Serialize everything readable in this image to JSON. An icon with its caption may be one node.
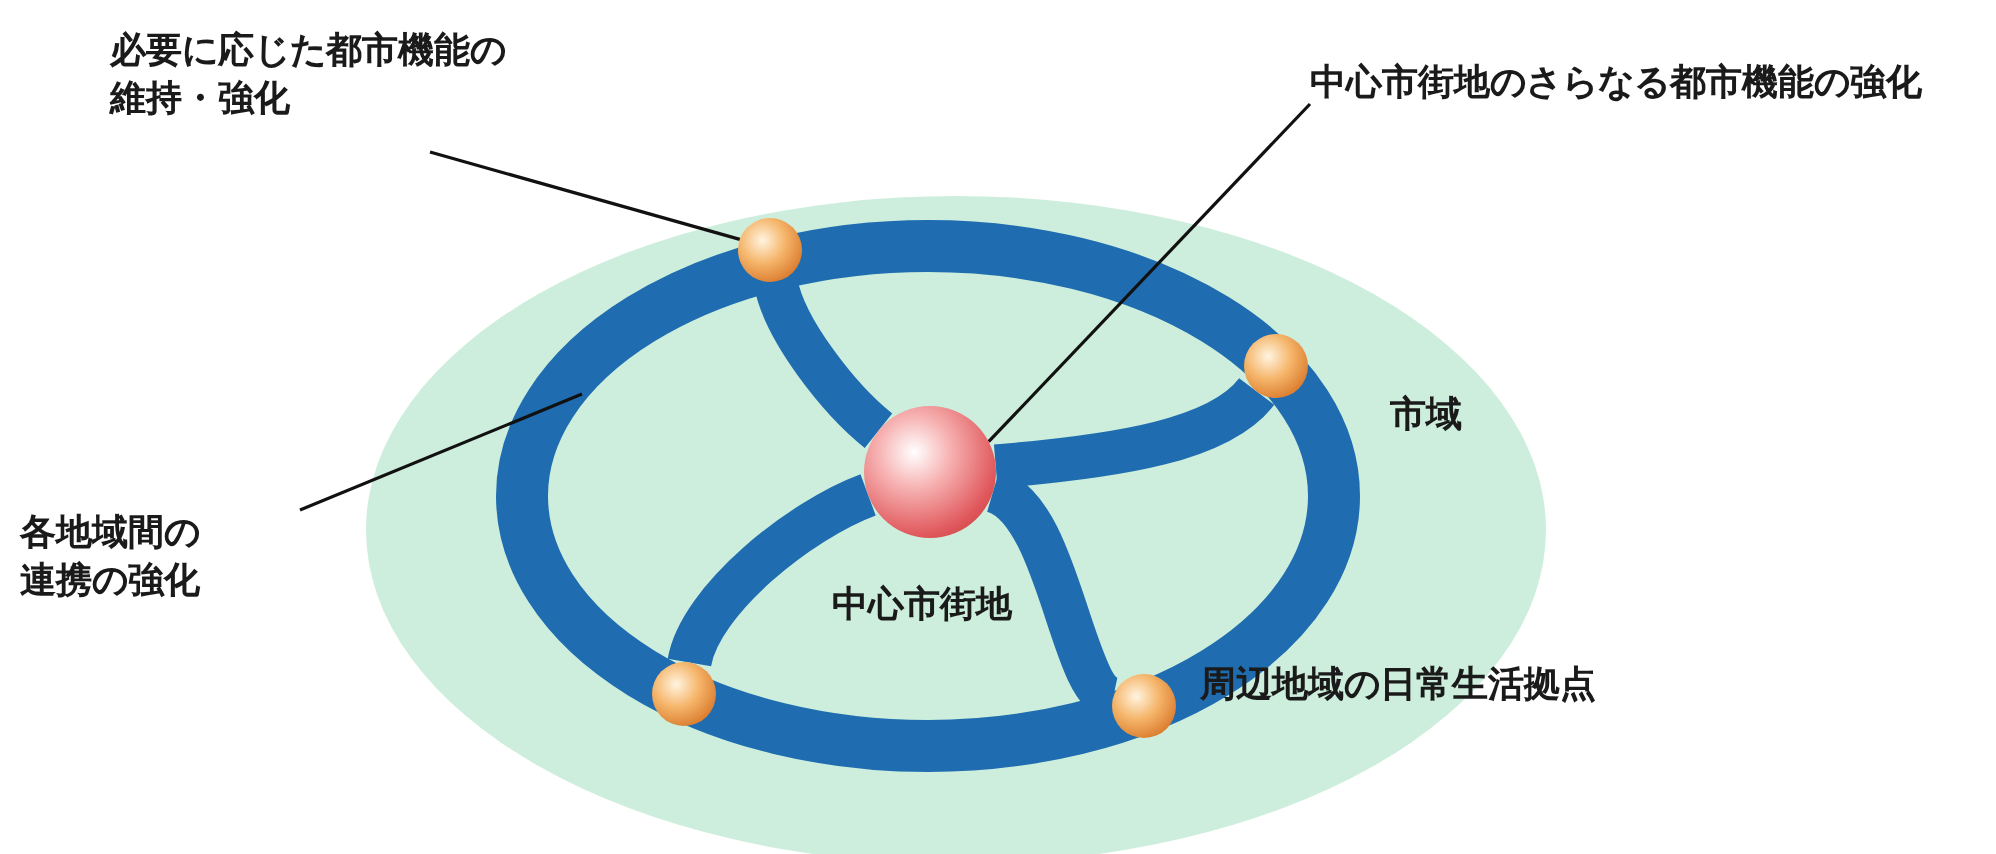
{
  "diagram": {
    "nodes": [
      {
        "text": [
          "必要に応じた都市機能の維持・強化"
        ]
      },
      {
        "text": [
          "中心市街地のさらなる都市機能の強化"
        ]
      },
      {
        "text": [
          "市域"
        ]
      },
      {
        "text": [],
        "shape": "circle",
        "in": 2
      },
      {
        "text": [],
        "shape": "circle",
        "in": 2
      },
      {
        "text": [],
        "shape": "circle",
        "in": 2,
        "beside": [
          "中心市街地"
        ]
      },
      {
        "text": [],
        "shape": "circle",
        "in": 2
      },
      {
        "text": [],
        "shape": "circle",
        "in": 2,
        "beside": [
          "周辺地域の日常生活拠点"
        ]
      },
      {
        "text": [
          "各地域間の連携の強化"
        ]
      }
    ],
    "edges": [
      {
        "from": 0,
        "to": 3,
        "arrow": "none",
        "color": "#111111"
      },
      {
        "from": 1,
        "to": 5,
        "arrow": "none",
        "color": "#111111"
      },
      {
        "from": 8,
        "to": null,
        "arrow": "none",
        "color": "#111111"
      },
      {
        "from": 5,
        "to": 3,
        "arrow": "none",
        "color": "#1f6db0"
      },
      {
        "from": 5,
        "to": 4,
        "arrow": "none",
        "color": "#1f6db0"
      },
      {
        "from": 5,
        "to": 6,
        "arrow": "none",
        "color": "#1f6db0"
      },
      {
        "from": 5,
        "to": 7,
        "arrow": "none",
        "color": "#1f6db0"
      }
    ]
  }
}
